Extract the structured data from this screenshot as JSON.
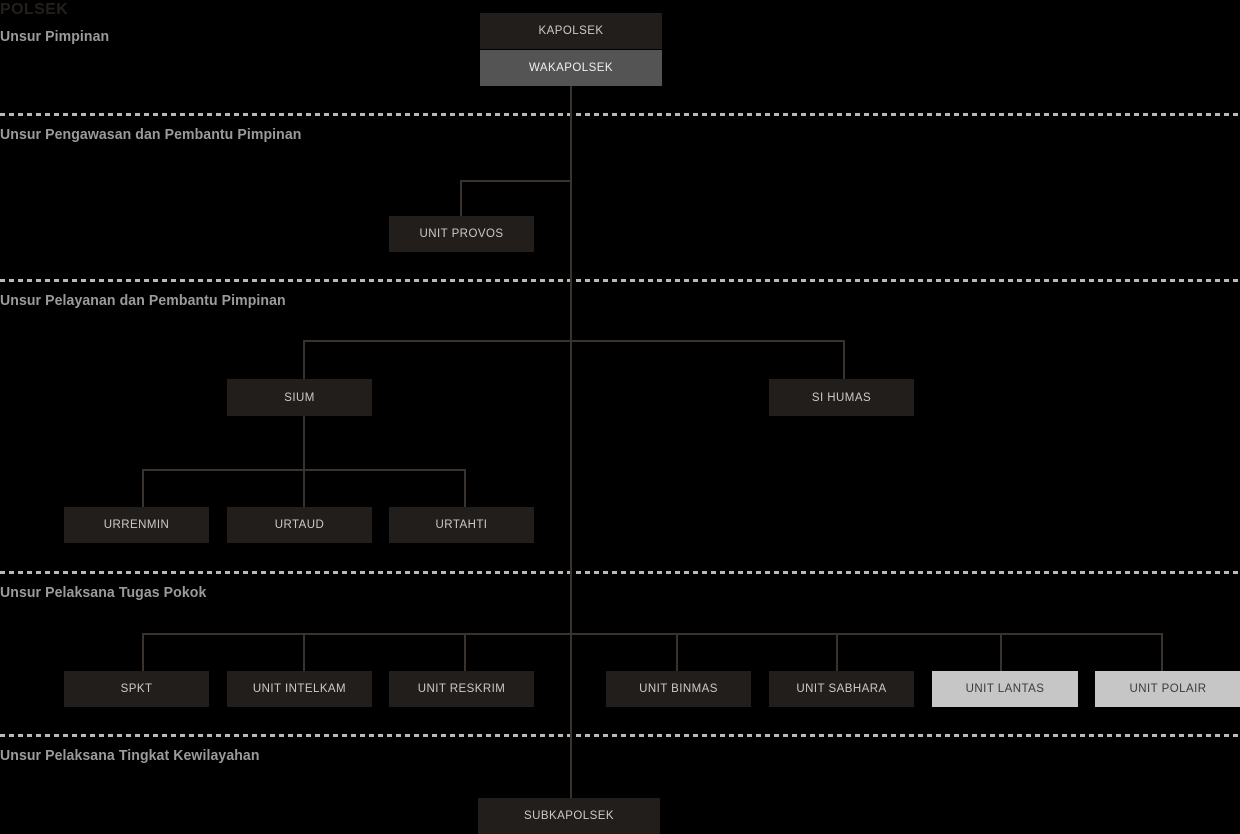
{
  "document": {
    "title": "POLSEK"
  },
  "sections": [
    {
      "id": "pimpinan",
      "label": "Unsur Pimpinan"
    },
    {
      "id": "pengawasan",
      "label": "Unsur Pengawasan dan Pembantu Pimpinan"
    },
    {
      "id": "pelayanan",
      "label": "Unsur Pelayanan dan Pembantu Pimpinan"
    },
    {
      "id": "tugas-pokok",
      "label": "Unsur Pelaksana Tugas Pokok"
    },
    {
      "id": "kewilayahan",
      "label": "Unsur Pelaksana Tingkat Kewilayahan"
    }
  ],
  "nodes": {
    "kapolsek": "KAPOLSEK",
    "wakapolsek": "WAKAPOLSEK",
    "unit_provos": "UNIT PROVOS",
    "sium": "SIUM",
    "si_humas": "SI HUMAS",
    "urrenmin": "URRENMIN",
    "urtaud": "URTAUD",
    "urtahti": "URTAHTI",
    "spkt": "SPKT",
    "unit_intelkam": "UNIT INTELKAM",
    "unit_reskrim": "UNIT RESKRIM",
    "unit_binmas": "UNIT BINMAS",
    "unit_sabhara": "UNIT SABHARA",
    "unit_lantas": "UNIT LANTAS",
    "unit_polair": "UNIT POLAIR",
    "subkapolsek": "SUBKAPOLSEK"
  },
  "colors": {
    "background": "#000000",
    "node_dark": "#211e1b",
    "node_mid": "#545454",
    "node_light": "#c6c6c6",
    "connector": "#3a332d",
    "divider": "#b9b9b9",
    "section_label": "#9b9b9b",
    "title": "#231f1c"
  }
}
